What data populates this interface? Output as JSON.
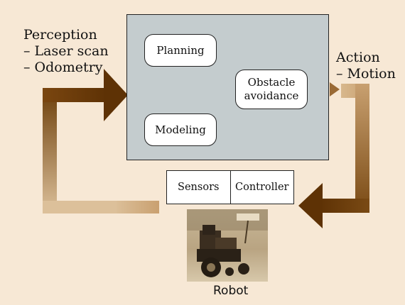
{
  "perception": {
    "title": "Perception",
    "items": [
      "– Laser scan",
      "– Odometry"
    ]
  },
  "action": {
    "title": "Action",
    "items": [
      "– Motion"
    ]
  },
  "nodes": {
    "planning": "Planning",
    "modeling": "Modeling",
    "obstacle_line1": "Obstacle",
    "obstacle_line2": "avoidance"
  },
  "bar": {
    "sensors": "Sensors",
    "controller": "Controller"
  },
  "robot": {
    "label": "Robot"
  },
  "colors": {
    "background": "#f7e8d5",
    "panel": "#c4ccce",
    "arrow_dark": "#6b3d08",
    "arrow_light": "#d9b98e"
  }
}
